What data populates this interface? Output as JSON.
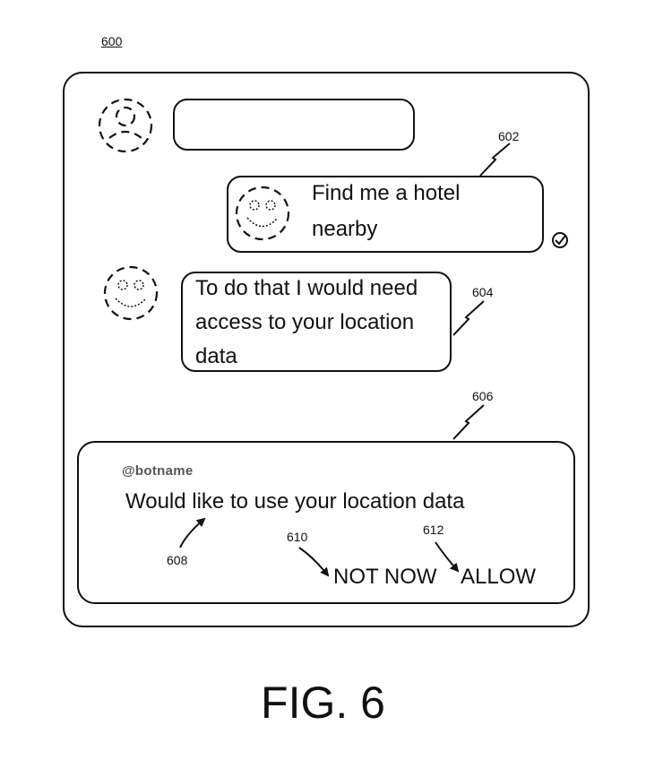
{
  "figure_ref": "600",
  "refs": {
    "user_message": "602",
    "bot_reply": "604",
    "permission_card": "606",
    "bot_handle": "608",
    "not_now": "610",
    "allow": "612"
  },
  "chat": {
    "user_message": [
      "Find me a hotel",
      "nearby"
    ],
    "bot_reply": [
      "To do that I would need",
      "access to your location",
      "data"
    ]
  },
  "permission": {
    "handle": "@botname",
    "title": "Would like to use your location data",
    "not_now_label": "NOT NOW",
    "allow_label": "ALLOW"
  },
  "icons": {
    "user_avatar": "person-dashed-icon",
    "bot_avatar": "smiley-dashed-icon",
    "read_receipt": "check-circle-icon"
  },
  "figure_label": "FIG. 6"
}
